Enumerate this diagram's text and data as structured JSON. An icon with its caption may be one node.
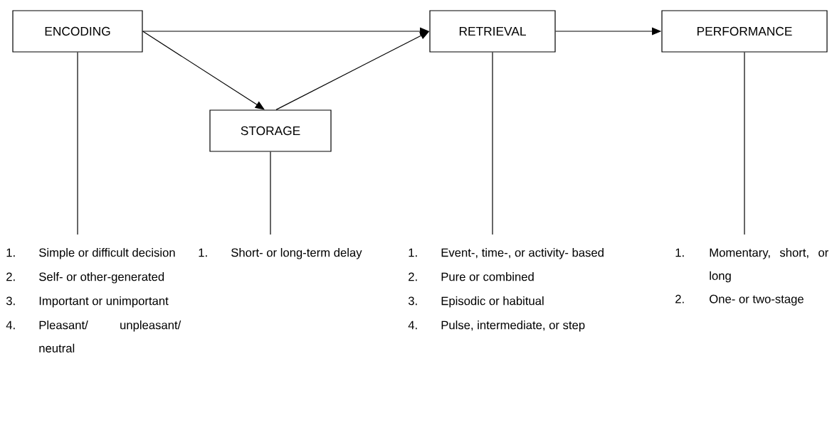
{
  "diagram": {
    "nodes": [
      {
        "text": [
          "ENCODING"
        ]
      },
      {
        "text": [
          "STORAGE"
        ]
      },
      {
        "text": [
          "RETRIEVAL"
        ]
      },
      {
        "text": [
          "PERFORMANCE"
        ]
      },
      {
        "text": [
          "1.",
          "Simple or difficult decision",
          "2.",
          "Self- or other-generated",
          "3.",
          "Important or unimportant",
          "4.",
          "Pleasant/ unpleasant/ neutral"
        ]
      },
      {
        "text": [
          "1.",
          "Short- or long-term delay"
        ]
      },
      {
        "text": [
          "1.",
          "Event-, time-, or activity- based",
          "2.",
          "Pure or combined",
          "3.",
          "Episodic or habitual",
          "4.",
          "Pulse, intermediate, or step"
        ]
      },
      {
        "text": [
          "1.",
          "Momentary, short, or long",
          "2.",
          "One- or two-stage"
        ]
      }
    ],
    "edges": [
      {
        "from": 0,
        "to": 2,
        "arrow": "to"
      },
      {
        "from": 0,
        "to": 1,
        "arrow": "to"
      },
      {
        "from": 1,
        "to": 2,
        "arrow": "to"
      },
      {
        "from": 2,
        "to": 3,
        "arrow": "to"
      },
      {
        "from": 0,
        "to": 4,
        "arrow": "none"
      },
      {
        "from": 1,
        "to": 5,
        "arrow": "none"
      },
      {
        "from": 2,
        "to": 6,
        "arrow": "none"
      },
      {
        "from": 3,
        "to": 7,
        "arrow": "none"
      }
    ]
  }
}
